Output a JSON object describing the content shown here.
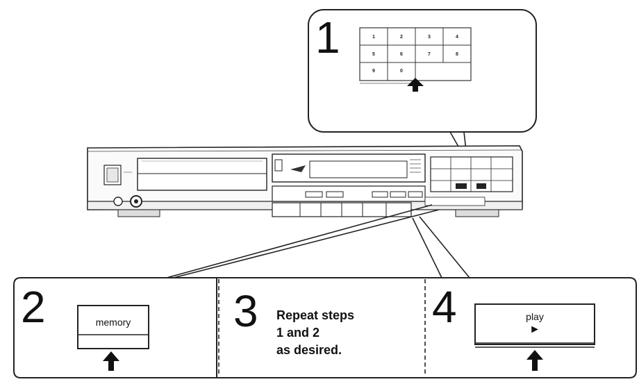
{
  "steps": [
    {
      "number": "1"
    },
    {
      "number": "2",
      "button_label": "memory"
    },
    {
      "number": "3",
      "instruction_lines": [
        "Repeat steps",
        "1 and 2",
        "as desired."
      ]
    },
    {
      "number": "4",
      "button_label": "play",
      "button_symbol": "►"
    }
  ],
  "keypad_labels": [
    "1",
    "2",
    "3",
    "4",
    "5",
    "6",
    "7",
    "8",
    "9",
    "0"
  ]
}
